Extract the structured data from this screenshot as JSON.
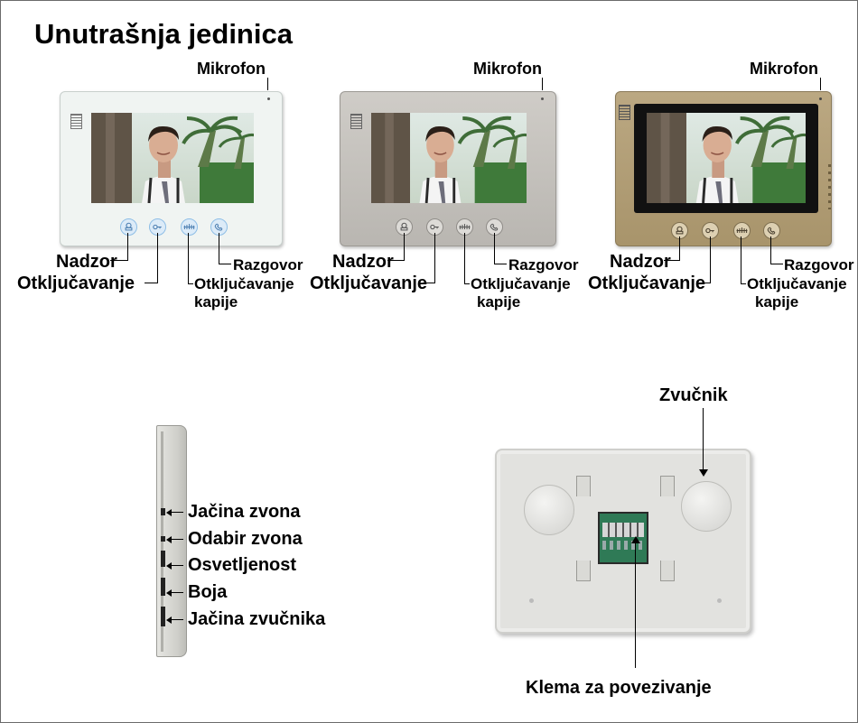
{
  "title": "Unutrašnja jedinica",
  "units": [
    {
      "mic_label": "Mikrofon",
      "nadzor_label": "Nadzor",
      "otkljucavanje_label": "Otključavanje",
      "razgovor_label": "Razgovor",
      "gate_label_line1": "Otključavanje",
      "gate_label_line2": "kapije",
      "button_icons": [
        "monitor-icon",
        "unlock-icon",
        "gate-unlock-icon",
        "talk-icon"
      ],
      "panel_color": "#f0f4f2",
      "button_color": "#9ec8ec"
    },
    {
      "mic_label": "Mikrofon",
      "nadzor_label": "Nadzor",
      "otkljucavanje_label": "Otključavanje",
      "razgovor_label": "Razgovor",
      "gate_label_line1": "Otključavanje",
      "gate_label_line2": "kapije",
      "button_icons": [
        "monitor-icon",
        "unlock-icon",
        "gate-unlock-icon",
        "talk-icon"
      ],
      "panel_color": "#c3c0bb",
      "button_color": "#dddbd7"
    },
    {
      "mic_label": "Mikrofon",
      "nadzor_label": "Nadzor",
      "otkljucavanje_label": "Otključavanje",
      "razgovor_label": "Razgovor",
      "gate_label_line1": "Otključavanje",
      "gate_label_line2": "kapije",
      "button_icons": [
        "monitor-icon",
        "unlock-icon",
        "gate-unlock-icon",
        "talk-icon"
      ],
      "panel_color": "#b39f77",
      "button_color": "#ddd0b2"
    }
  ],
  "side_view": {
    "labels": [
      "Jačina zvona",
      "Odabir zvona",
      "Osvetljenost",
      "Boja",
      "Jačina zvučnika"
    ]
  },
  "back_view": {
    "speaker_label": "Zvučnik",
    "terminal_label": "Klema za povezivanje"
  }
}
